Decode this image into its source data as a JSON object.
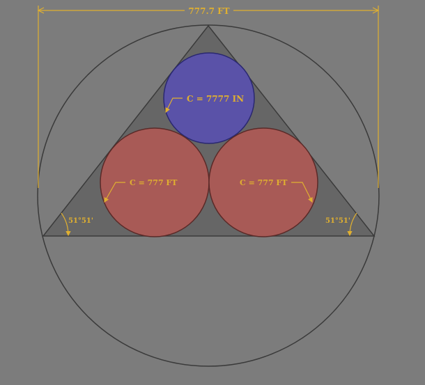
{
  "colors": {
    "background": "#7c7c7c",
    "outer_circle_stroke": "#3a3a3a",
    "triangle_fill": "#666666",
    "triangle_stroke": "#3a3a3a",
    "blue_circle_fill": "#5a52a8",
    "blue_circle_stroke": "#2a2870",
    "red_circle_fill": "#a85a56",
    "red_circle_stroke": "#5a2a28",
    "annotation": "#e0b030"
  },
  "dimension": {
    "width_label": "777.7 FT"
  },
  "labels": {
    "blue_circle": "C = 7777 IN",
    "left_red_circle": "C = 777 FT",
    "right_red_circle": "C = 777 FT",
    "left_angle": "51°51'",
    "right_angle": "51°51'"
  }
}
